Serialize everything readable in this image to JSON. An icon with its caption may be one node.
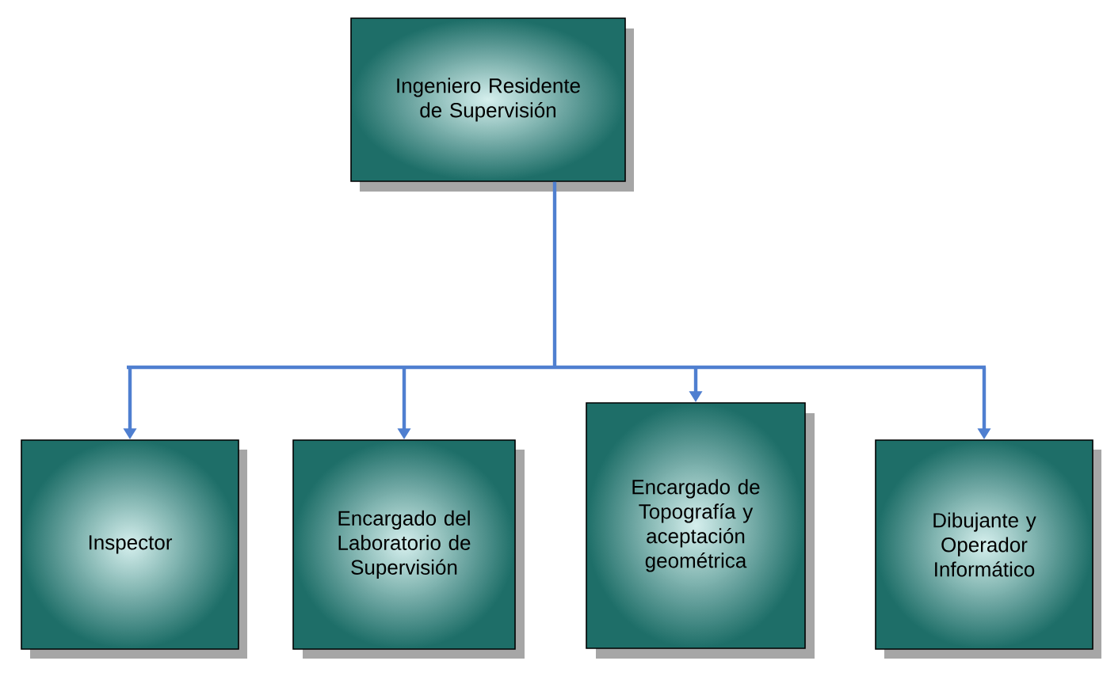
{
  "diagram": {
    "nodes": [
      {
        "text": [
          "Ingeniero Residente de Supervisión"
        ]
      },
      {
        "text": [
          "Inspector"
        ]
      },
      {
        "text": [
          "Encargado del Laboratorio de Supervisión"
        ]
      },
      {
        "text": [
          "Encargado de Topografía y aceptación geométrica"
        ]
      },
      {
        "text": [
          "Dibujante y Operador Informático"
        ]
      }
    ],
    "edges": [
      {
        "from": 0,
        "to": 1,
        "arrow": "to"
      },
      {
        "from": 0,
        "to": 2,
        "arrow": "to"
      },
      {
        "from": 0,
        "to": 3,
        "arrow": "to"
      },
      {
        "from": 0,
        "to": 4,
        "arrow": "to"
      }
    ]
  }
}
